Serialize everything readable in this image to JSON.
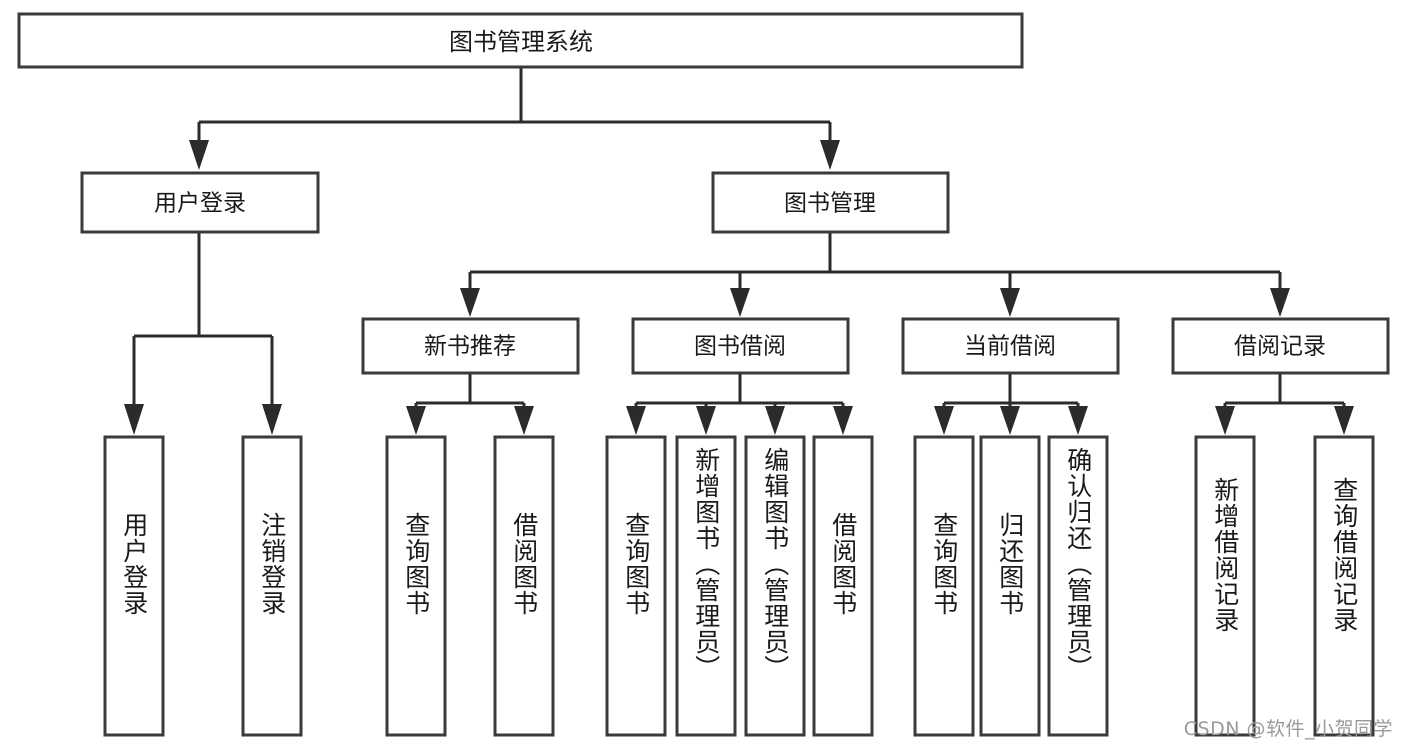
{
  "diagram": {
    "title": "图书管理系统",
    "type": "hierarchy-tree",
    "root": {
      "id": "root",
      "label": "图书管理系统"
    },
    "level2": [
      {
        "id": "user-login",
        "label": "用户登录"
      },
      {
        "id": "book-management",
        "label": "图书管理"
      }
    ],
    "level3": [
      {
        "id": "new-book-recommend",
        "label": "新书推荐",
        "parent": "book-management"
      },
      {
        "id": "book-borrow",
        "label": "图书借阅",
        "parent": "book-management"
      },
      {
        "id": "current-borrow",
        "label": "当前借阅",
        "parent": "book-management"
      },
      {
        "id": "borrow-record",
        "label": "借阅记录",
        "parent": "book-management"
      }
    ],
    "leaves": [
      {
        "id": "leaf-user-login",
        "label": "用户登录",
        "parent": "user-login"
      },
      {
        "id": "leaf-user-logout",
        "label": "注销登录",
        "parent": "user-login"
      },
      {
        "id": "leaf-query-book-1",
        "label": "查询图书",
        "parent": "new-book-recommend"
      },
      {
        "id": "leaf-borrow-book-1",
        "label": "借阅图书",
        "parent": "new-book-recommend"
      },
      {
        "id": "leaf-query-book-2",
        "label": "查询图书",
        "parent": "book-borrow"
      },
      {
        "id": "leaf-add-book",
        "label": "新增图书（管理员）",
        "parent": "book-borrow"
      },
      {
        "id": "leaf-edit-book",
        "label": "编辑图书（管理员）",
        "parent": "book-borrow"
      },
      {
        "id": "leaf-borrow-book-2",
        "label": "借阅图书",
        "parent": "book-borrow"
      },
      {
        "id": "leaf-query-book-3",
        "label": "查询图书",
        "parent": "current-borrow"
      },
      {
        "id": "leaf-return-book",
        "label": "归还图书",
        "parent": "current-borrow"
      },
      {
        "id": "leaf-confirm-return",
        "label": "确认归还（管理员）",
        "parent": "current-borrow"
      },
      {
        "id": "leaf-add-record",
        "label": "新增借阅记录",
        "parent": "borrow-record"
      },
      {
        "id": "leaf-query-record",
        "label": "查询借阅记录",
        "parent": "borrow-record"
      }
    ]
  },
  "watermark": {
    "text": "CSDN @软件_小贺同学"
  },
  "colors": {
    "box_stroke": "#3a3a3a",
    "connector": "#2b2b2b",
    "text": "#1a1a1a",
    "background": "#ffffff",
    "watermark": "#9a9a9a"
  }
}
